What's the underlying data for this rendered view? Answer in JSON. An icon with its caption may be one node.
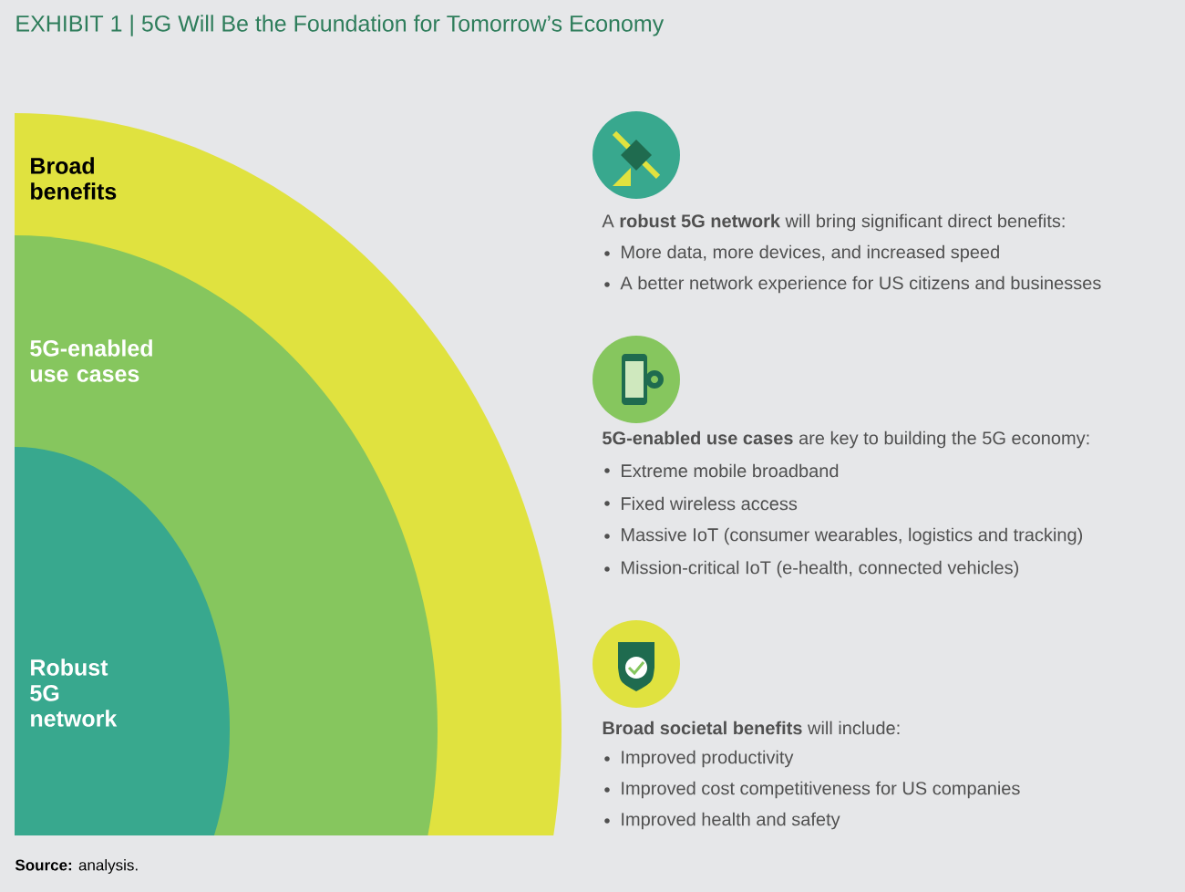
{
  "diagram": {
    "title": "EXHIBIT 1 | 5G Will Be the Foundation for Tomorrow’s Economy",
    "caption": "**Source:** analysis.",
    "nodes": [
      {
        "text": [
          "Broad benefits"
        ]
      },
      {
        "text": [
          "5G-enabled use cases"
        ],
        "in": 0
      },
      {
        "text": [
          "Robust 5G network"
        ],
        "in": 1
      }
    ],
    "labels": [
      "A **robust 5G network** will bring significant direct benefits:",
      "More data, more devices, and increased speed",
      "A better network experience for US citizens and businesses",
      "**5G-enabled use cases** are key to building the 5G economy:",
      "Extreme mobile broadband",
      "Fixed wireless access",
      "Massive IoT (consumer wearables, logistics and tracking)",
      "Mission-critical IoT (e-health, connected vehicles)",
      "**Broad societal benefits** will include:",
      "Improved productivity",
      "Improved cost competitiveness for US companies",
      "Improved health and safety"
    ]
  }
}
